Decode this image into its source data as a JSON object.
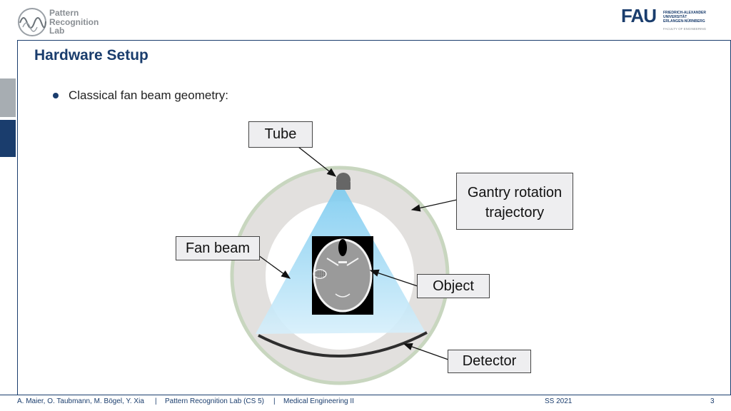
{
  "header": {
    "lab_logo_lines": [
      "Pattern",
      "Recognition",
      "Lab"
    ],
    "fau_mark": "FAU",
    "fau_lines": [
      "FRIEDRICH-ALEXANDER",
      "UNIVERSITÄT",
      "ERLANGEN-NÜRNBERG"
    ],
    "fau_faculty": "FACULTY OF ENGINEERING"
  },
  "slide": {
    "title": "Hardware Setup",
    "bullet": "Classical fan beam geometry:"
  },
  "diagram": {
    "labels": {
      "tube": "Tube",
      "gantry_line1": "Gantry rotation",
      "gantry_line2": "trajectory",
      "fan_beam": "Fan beam",
      "object": "Object",
      "detector": "Detector"
    },
    "colors": {
      "gantry_ring": "#c8d6bf",
      "gantry_fill": "#e2e0de",
      "beam": "#9fd6f2",
      "detector": "#2e2e2e",
      "label_fill": "#eeeef0"
    }
  },
  "footer": {
    "authors": "A. Maier, O. Taubmann, M. Bögel, Y. Xia",
    "lab": "Pattern Recognition Lab (CS 5)",
    "course": "Medical Engineering II",
    "term": "SS 2021",
    "page": "3",
    "separator": "|"
  }
}
